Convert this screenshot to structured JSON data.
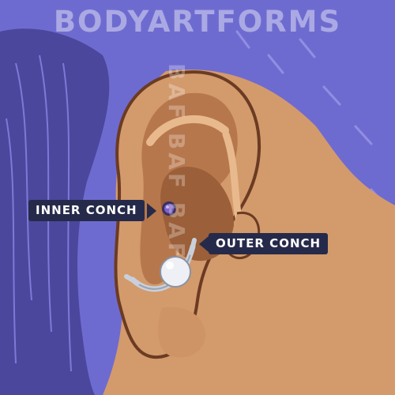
{
  "brand": {
    "name": "BODYARTFORMS",
    "watermark": "BAF BAF BAF"
  },
  "labels": {
    "inner_conch": "INNER CONCH",
    "outer_conch": "OUTER CONCH"
  },
  "colors": {
    "background": "#6e6bd0",
    "hair": "#4b479c",
    "skin": "#d39a6c",
    "skin_shadow": "#b7774c",
    "ear_outline": "#6b3b22",
    "label_bg": "#262a4a",
    "label_text": "#ffffff",
    "jewelry_metal": "#c9d0dc",
    "pearl": "#eef0f6",
    "gem": "#7e62c9"
  },
  "icons": {
    "inner_gem": "gem-stud-icon",
    "outer_ring": "horseshoe-ring-icon"
  }
}
